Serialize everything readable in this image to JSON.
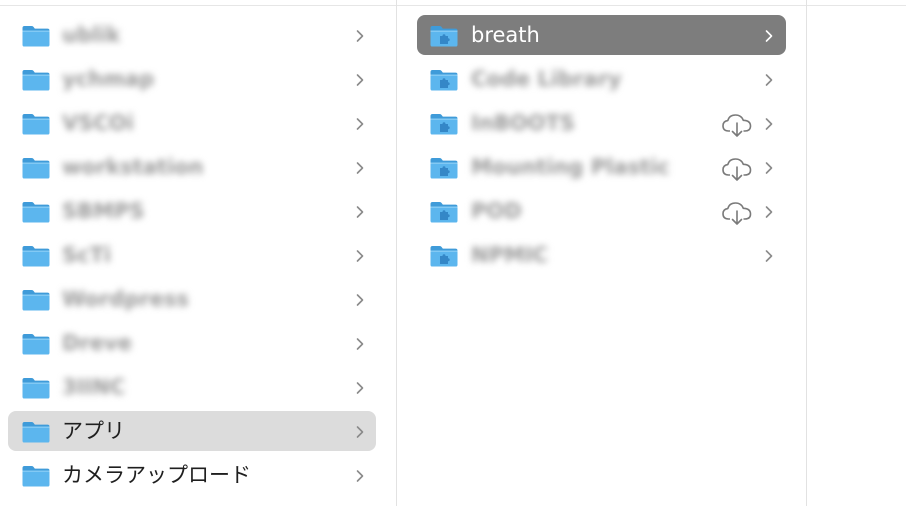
{
  "window": {
    "type": "Finder column view"
  },
  "column1": {
    "items": [
      {
        "label": "ublik",
        "blurred": true,
        "state": "normal"
      },
      {
        "label": "ychmap",
        "blurred": true,
        "state": "normal"
      },
      {
        "label": "VSCOi",
        "blurred": true,
        "state": "normal"
      },
      {
        "label": "workstation",
        "blurred": true,
        "state": "normal"
      },
      {
        "label": "SBMPS",
        "blurred": true,
        "state": "normal"
      },
      {
        "label": "ScTi",
        "blurred": true,
        "state": "normal"
      },
      {
        "label": "Wordpress",
        "blurred": true,
        "state": "normal"
      },
      {
        "label": "Dreve",
        "blurred": true,
        "state": "normal"
      },
      {
        "label": "3IINC",
        "blurred": true,
        "state": "normal"
      },
      {
        "label": "アプリ",
        "blurred": false,
        "state": "selected-inactive"
      },
      {
        "label": "カメラアップロード",
        "blurred": false,
        "state": "normal"
      }
    ]
  },
  "column2": {
    "items": [
      {
        "label": "breath",
        "blurred": false,
        "state": "selected-active",
        "cloud": false
      },
      {
        "label": "Code Library",
        "blurred": true,
        "state": "normal",
        "cloud": false
      },
      {
        "label": "InBOOTS",
        "blurred": true,
        "state": "normal",
        "cloud": true
      },
      {
        "label": "Mounting Plastic",
        "blurred": true,
        "state": "normal",
        "cloud": true
      },
      {
        "label": "POD",
        "blurred": true,
        "state": "normal",
        "cloud": true
      },
      {
        "label": "NPMIC",
        "blurred": true,
        "state": "normal",
        "cloud": false
      }
    ]
  },
  "icons": {
    "folder": "folder-icon",
    "app_folder": "app-folder-icon",
    "chevron": "chevron-right-icon",
    "cloud": "cloud-download-icon"
  },
  "colors": {
    "folder_blue": "#5ab4ec",
    "folder_tab": "#4aa3dd",
    "selected_active": "#7d7d7d",
    "selected_inactive": "#dcdcdc"
  }
}
